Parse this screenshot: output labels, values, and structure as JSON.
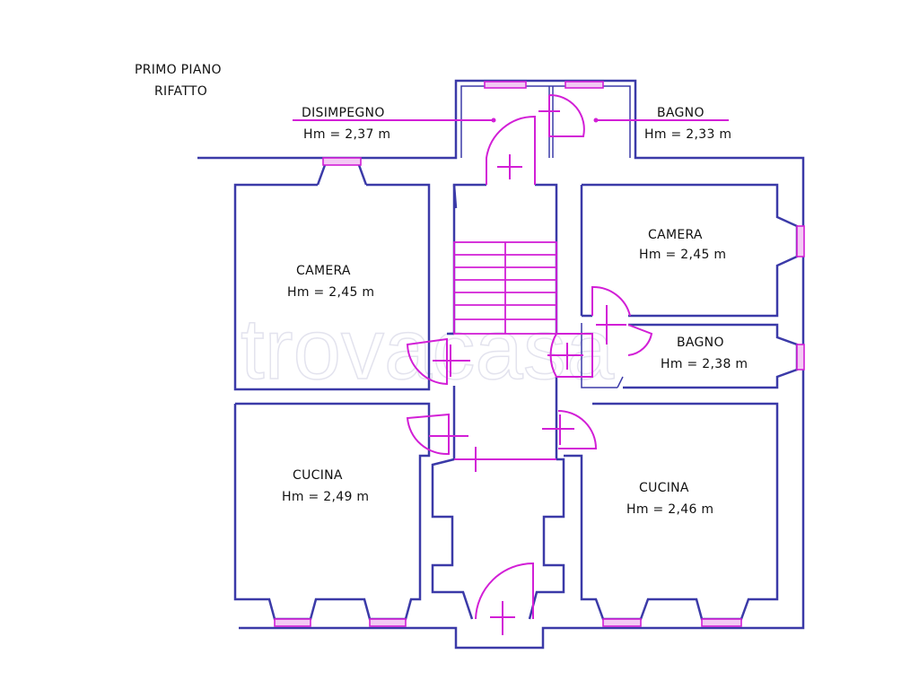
{
  "title": {
    "line1": "PRIMO PIANO",
    "line2": "RIFATTO"
  },
  "rooms": {
    "disimpegno": {
      "name": "DISIMPEGNO",
      "height": "Hm = 2,37  m"
    },
    "bagno_top": {
      "name": "BAGNO",
      "height": "Hm = 2,33  m"
    },
    "camera_left": {
      "name": "CAMERA",
      "height": "Hm = 2,45  m"
    },
    "camera_right": {
      "name": "CAMERA",
      "height": "Hm = 2,45  m"
    },
    "bagno_mid": {
      "name": "BAGNO",
      "height": "Hm = 2,38  m"
    },
    "cucina_left": {
      "name": "CUCINA",
      "height": "Hm = 2,49  m"
    },
    "cucina_right": {
      "name": "CUCINA",
      "height": "Hm = 2,46  m"
    }
  },
  "watermark": "trovacasa",
  "colors": {
    "walls": "#3b3aa8",
    "doors_windows": "#d21fd6",
    "window_fill": "#f3c9f4"
  }
}
